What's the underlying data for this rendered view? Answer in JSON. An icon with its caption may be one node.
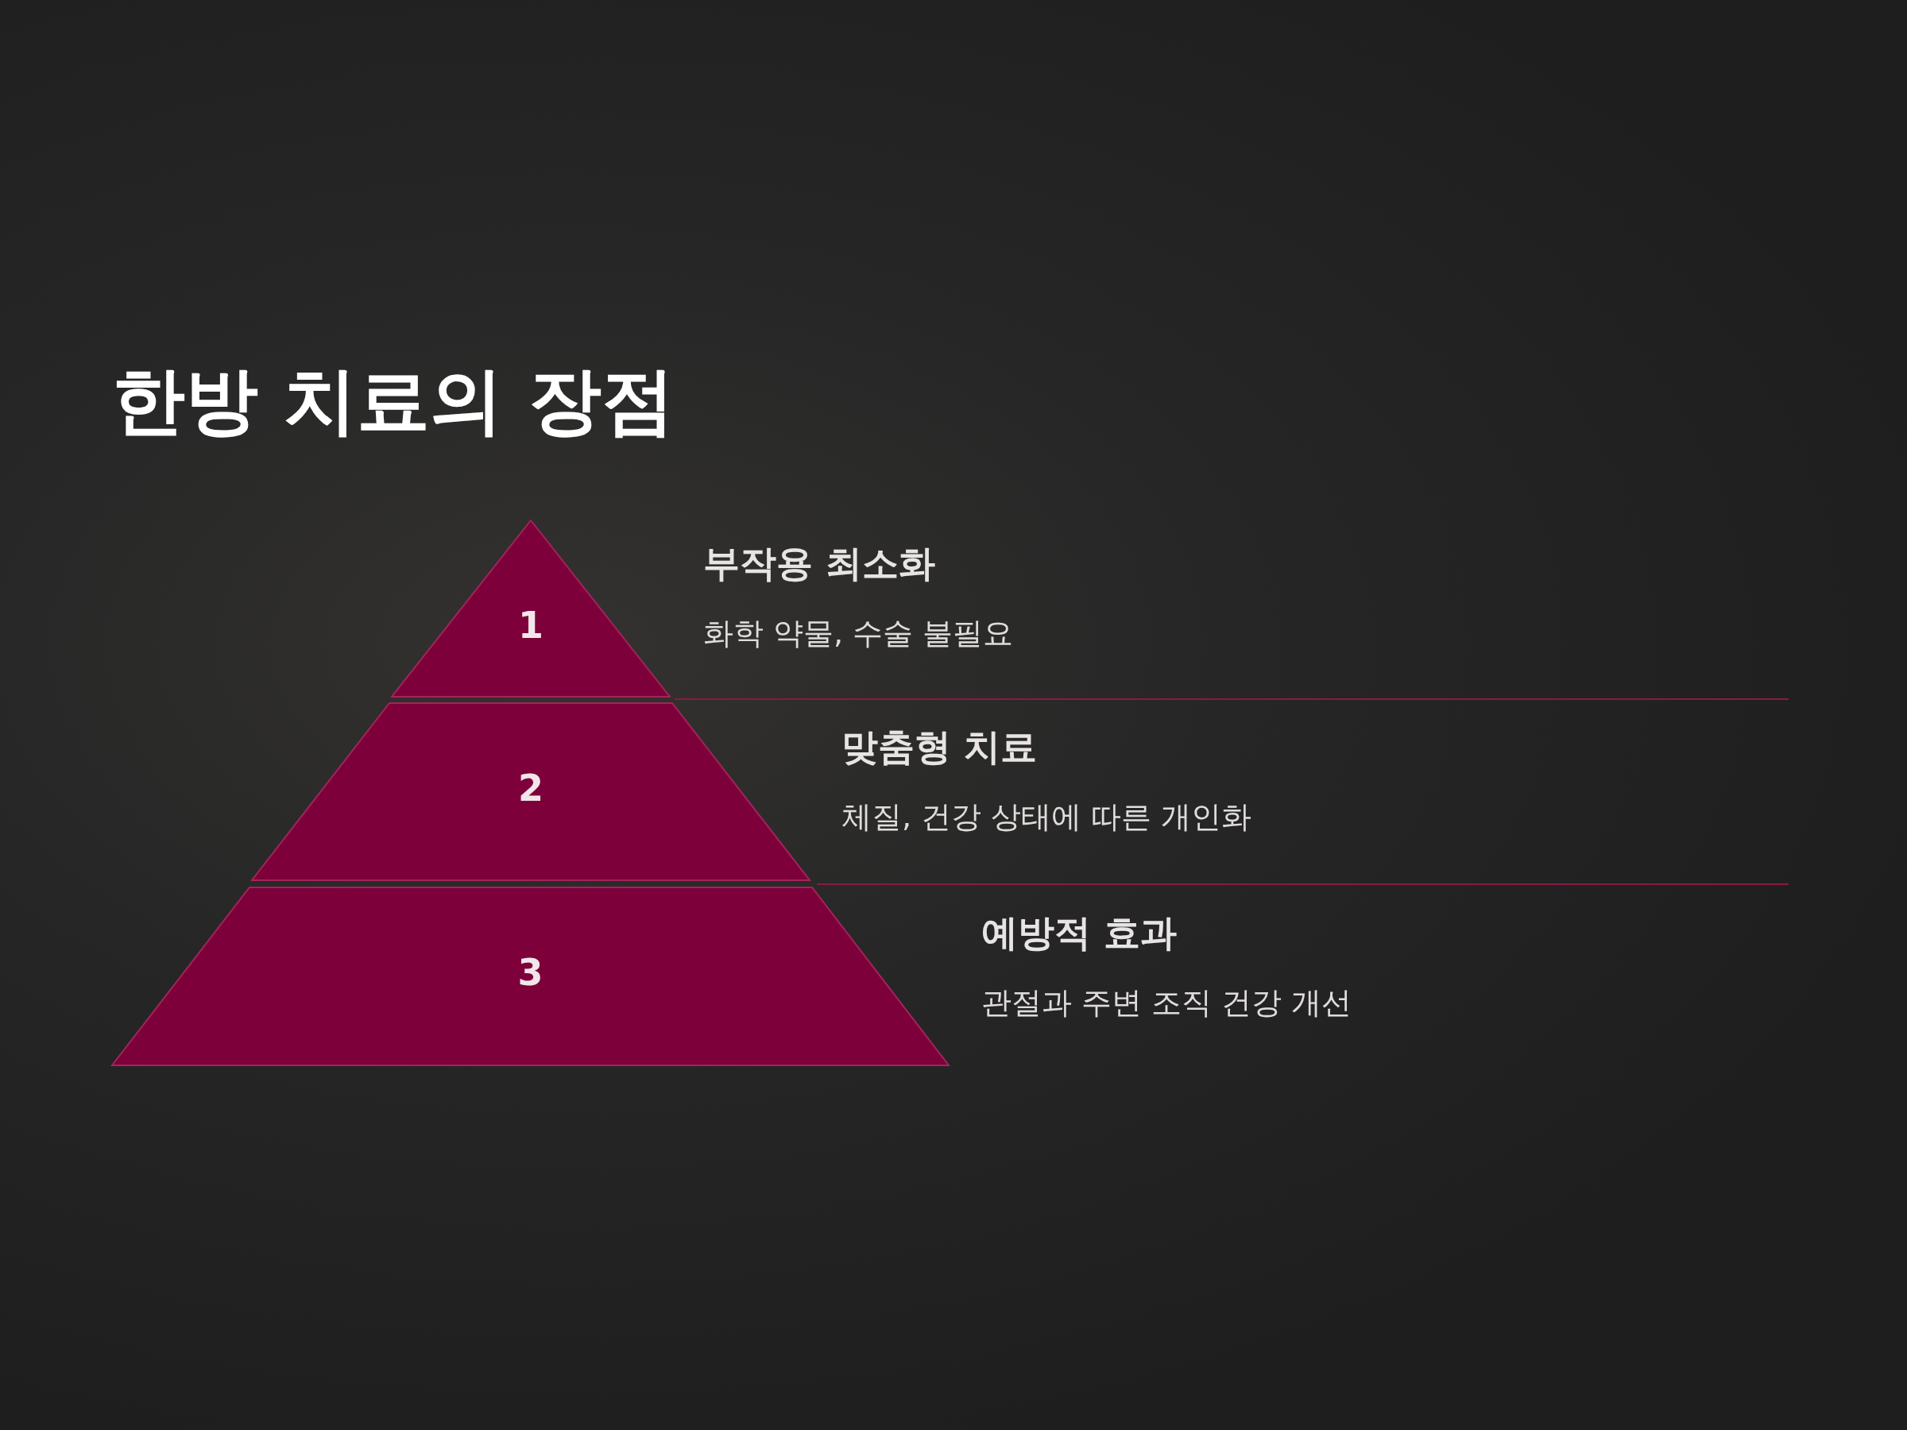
{
  "diagram": {
    "title": "한방 치료의 장점",
    "nodes": [
      {
        "text": [
          "1"
        ],
        "beside": [
          "부작용 최소화",
          "화학 약물, 수술 불필요"
        ]
      },
      {
        "text": [
          "2"
        ],
        "beside": [
          "맞춤형 치료",
          "체질, 건강 상태에 따른 개인화"
        ]
      },
      {
        "text": [
          "3"
        ],
        "beside": [
          "예방적 효과",
          "관절과 주변 조직 건강 개선"
        ]
      }
    ]
  }
}
